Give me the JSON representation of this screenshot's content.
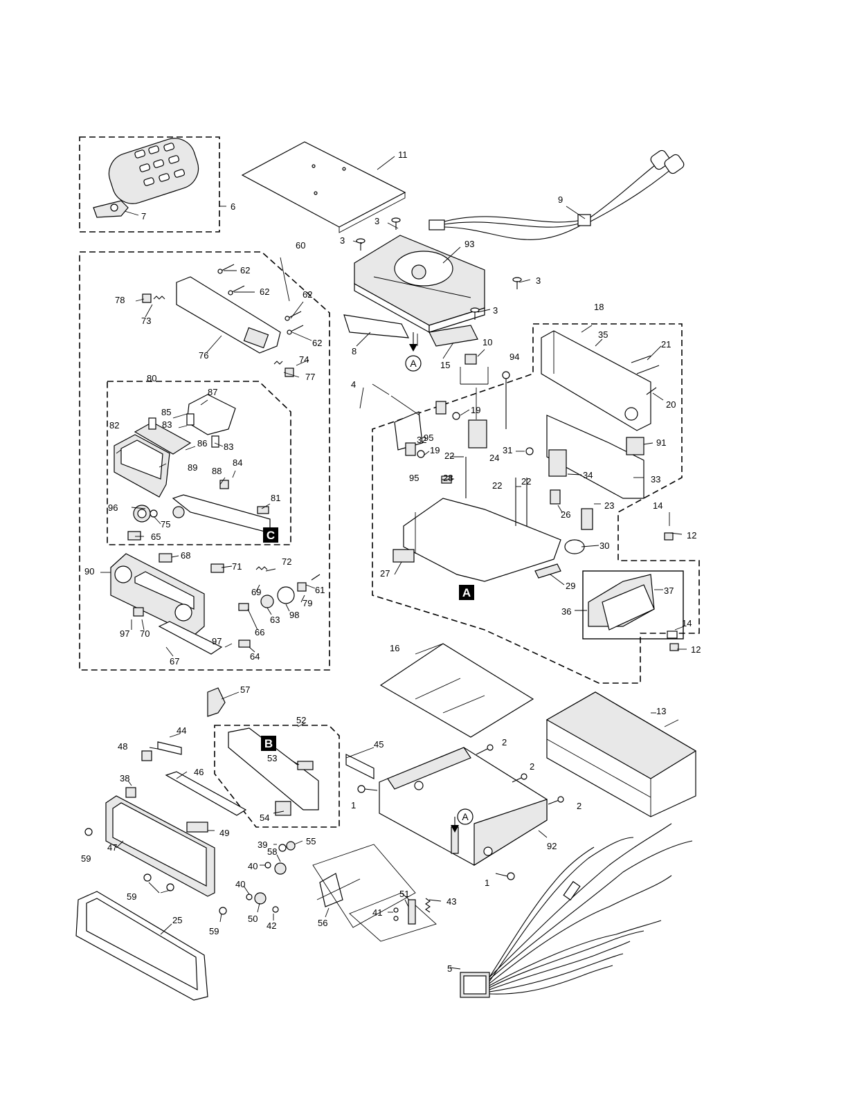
{
  "callouts": [
    {
      "id": "c1a",
      "text": "1"
    },
    {
      "id": "c1b",
      "text": "1"
    },
    {
      "id": "c2a",
      "text": "2"
    },
    {
      "id": "c2b",
      "text": "2"
    },
    {
      "id": "c2c",
      "text": "2"
    },
    {
      "id": "c3a",
      "text": "3"
    },
    {
      "id": "c3b",
      "text": "3"
    },
    {
      "id": "c3c",
      "text": "3"
    },
    {
      "id": "c3d",
      "text": "3"
    },
    {
      "id": "c4",
      "text": "4"
    },
    {
      "id": "c5",
      "text": "5"
    },
    {
      "id": "c6",
      "text": "6"
    },
    {
      "id": "c7",
      "text": "7"
    },
    {
      "id": "c8",
      "text": "8"
    },
    {
      "id": "c9",
      "text": "9"
    },
    {
      "id": "c10",
      "text": "10"
    },
    {
      "id": "c11",
      "text": "11"
    },
    {
      "id": "c12a",
      "text": "12"
    },
    {
      "id": "c12b",
      "text": "12"
    },
    {
      "id": "c13",
      "text": "13"
    },
    {
      "id": "c14a",
      "text": "14"
    },
    {
      "id": "c14b",
      "text": "14"
    },
    {
      "id": "c15",
      "text": "15"
    },
    {
      "id": "c16",
      "text": "16"
    },
    {
      "id": "c18",
      "text": "18"
    },
    {
      "id": "c19a",
      "text": "19"
    },
    {
      "id": "c19b",
      "text": "19"
    },
    {
      "id": "c20",
      "text": "20"
    },
    {
      "id": "c21",
      "text": "21"
    },
    {
      "id": "c22a",
      "text": "22"
    },
    {
      "id": "c22b",
      "text": "22"
    },
    {
      "id": "c22c",
      "text": "22"
    },
    {
      "id": "c23",
      "text": "23"
    },
    {
      "id": "c24",
      "text": "24"
    },
    {
      "id": "c25",
      "text": "25"
    },
    {
      "id": "c26",
      "text": "26"
    },
    {
      "id": "c27",
      "text": "27"
    },
    {
      "id": "c28",
      "text": "28"
    },
    {
      "id": "c29",
      "text": "29"
    },
    {
      "id": "c30",
      "text": "30"
    },
    {
      "id": "c31",
      "text": "31"
    },
    {
      "id": "c32",
      "text": "32"
    },
    {
      "id": "c33",
      "text": "33"
    },
    {
      "id": "c34",
      "text": "34"
    },
    {
      "id": "c35",
      "text": "35"
    },
    {
      "id": "c36",
      "text": "36"
    },
    {
      "id": "c37",
      "text": "37"
    },
    {
      "id": "c38",
      "text": "38"
    },
    {
      "id": "c39",
      "text": "39"
    },
    {
      "id": "c40a",
      "text": "40"
    },
    {
      "id": "c40b",
      "text": "40"
    },
    {
      "id": "c41",
      "text": "41"
    },
    {
      "id": "c42",
      "text": "42"
    },
    {
      "id": "c43",
      "text": "43"
    },
    {
      "id": "c44",
      "text": "44"
    },
    {
      "id": "c45",
      "text": "45"
    },
    {
      "id": "c46",
      "text": "46"
    },
    {
      "id": "c47",
      "text": "47"
    },
    {
      "id": "c48",
      "text": "48"
    },
    {
      "id": "c49",
      "text": "49"
    },
    {
      "id": "c50",
      "text": "50"
    },
    {
      "id": "c51",
      "text": "51"
    },
    {
      "id": "c52",
      "text": "52"
    },
    {
      "id": "c53",
      "text": "53"
    },
    {
      "id": "c54",
      "text": "54"
    },
    {
      "id": "c55",
      "text": "55"
    },
    {
      "id": "c56",
      "text": "56"
    },
    {
      "id": "c57",
      "text": "57"
    },
    {
      "id": "c58",
      "text": "58"
    },
    {
      "id": "c59a",
      "text": "59"
    },
    {
      "id": "c59b",
      "text": "59"
    },
    {
      "id": "c59c",
      "text": "59"
    },
    {
      "id": "c60",
      "text": "60"
    },
    {
      "id": "c61",
      "text": "61"
    },
    {
      "id": "c62a",
      "text": "62"
    },
    {
      "id": "c62b",
      "text": "62"
    },
    {
      "id": "c62c",
      "text": "62"
    },
    {
      "id": "c62d",
      "text": "62"
    },
    {
      "id": "c63",
      "text": "63"
    },
    {
      "id": "c64",
      "text": "64"
    },
    {
      "id": "c65",
      "text": "65"
    },
    {
      "id": "c66",
      "text": "66"
    },
    {
      "id": "c67",
      "text": "67"
    },
    {
      "id": "c68",
      "text": "68"
    },
    {
      "id": "c69",
      "text": "69"
    },
    {
      "id": "c70",
      "text": "70"
    },
    {
      "id": "c71",
      "text": "71"
    },
    {
      "id": "c72",
      "text": "72"
    },
    {
      "id": "c73",
      "text": "73"
    },
    {
      "id": "c74",
      "text": "74"
    },
    {
      "id": "c75",
      "text": "75"
    },
    {
      "id": "c76",
      "text": "76"
    },
    {
      "id": "c77",
      "text": "77"
    },
    {
      "id": "c78",
      "text": "78"
    },
    {
      "id": "c79",
      "text": "79"
    },
    {
      "id": "c80",
      "text": "80"
    },
    {
      "id": "c81",
      "text": "81"
    },
    {
      "id": "c82",
      "text": "82"
    },
    {
      "id": "c83a",
      "text": "83"
    },
    {
      "id": "c83b",
      "text": "83"
    },
    {
      "id": "c84",
      "text": "84"
    },
    {
      "id": "c85",
      "text": "85"
    },
    {
      "id": "c86",
      "text": "86"
    },
    {
      "id": "c87",
      "text": "87"
    },
    {
      "id": "c88",
      "text": "88"
    },
    {
      "id": "c89",
      "text": "89"
    },
    {
      "id": "c90",
      "text": "90"
    },
    {
      "id": "c91",
      "text": "91"
    },
    {
      "id": "c92",
      "text": "92"
    },
    {
      "id": "c93",
      "text": "93"
    },
    {
      "id": "c94",
      "text": "94"
    },
    {
      "id": "c95a",
      "text": "95"
    },
    {
      "id": "c95b",
      "text": "95"
    },
    {
      "id": "c96",
      "text": "96"
    },
    {
      "id": "c97a",
      "text": "97"
    },
    {
      "id": "c97b",
      "text": "97"
    },
    {
      "id": "c98",
      "text": "98"
    }
  ],
  "section_markers": {
    "a": "A",
    "b": "B",
    "c": "C"
  },
  "circled_refs": {
    "a_top": "A",
    "a_chassis": "A"
  },
  "colors": {
    "line": "#000000",
    "background": "#ffffff",
    "marker_fill": "#000000",
    "marker_text": "#ffffff"
  }
}
